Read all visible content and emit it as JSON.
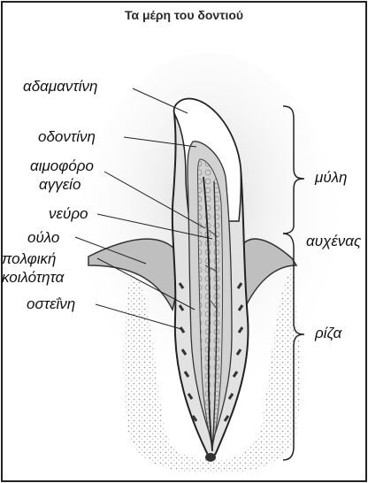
{
  "title": "Τα μέρη του δοντιού",
  "labels": {
    "enamel": "αδαμαντίνη",
    "dentin": "οδοντίνη",
    "blood_vessel_1": "αιμοφόρο",
    "blood_vessel_2": "αγγείο",
    "nerve": "νεύρο",
    "gum": "ούλο",
    "pulp_cavity_1": "πολφική",
    "pulp_cavity_2": "κοιλότητα",
    "cementum": "οστεΐνη",
    "crown": "μύλη",
    "neck": "αυχένας",
    "root": "ρίζα"
  }
}
